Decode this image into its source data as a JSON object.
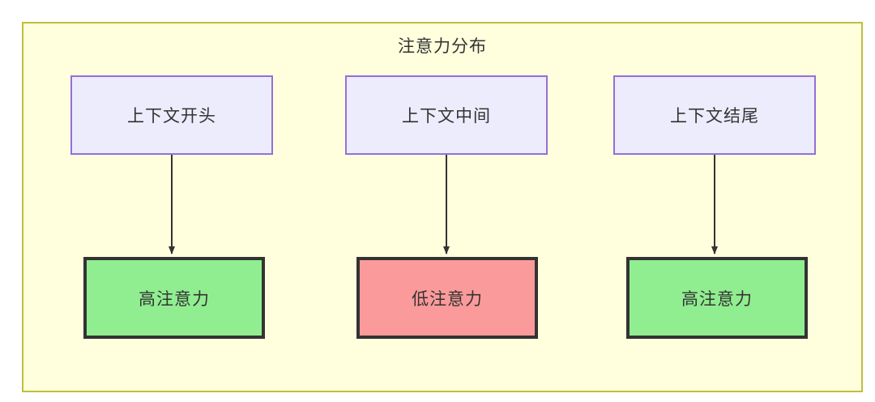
{
  "diagram": {
    "title": "注意力分布",
    "frame_color": "#bfbf3f",
    "frame_fill": "#ffffdd",
    "context_nodes": [
      {
        "id": "ctx-start",
        "label": "上下文开头",
        "fill": "#ececfd",
        "border": "#9370db"
      },
      {
        "id": "ctx-middle",
        "label": "上下文中间",
        "fill": "#ececfd",
        "border": "#9370db"
      },
      {
        "id": "ctx-end",
        "label": "上下文结尾",
        "fill": "#ececfd",
        "border": "#9370db"
      }
    ],
    "attention_nodes": [
      {
        "id": "attn-high-start",
        "label": "高注意力",
        "fill": "#90ee90",
        "border": "#333333"
      },
      {
        "id": "attn-low-middle",
        "label": "低注意力",
        "fill": "#fb9a9a",
        "border": "#333333"
      },
      {
        "id": "attn-high-end",
        "label": "高注意力",
        "fill": "#90ee90",
        "border": "#333333"
      }
    ],
    "edges": [
      {
        "from": "ctx-start",
        "to": "attn-high-start"
      },
      {
        "from": "ctx-middle",
        "to": "attn-low-middle"
      },
      {
        "from": "ctx-end",
        "to": "attn-high-end"
      }
    ],
    "edge_color": "#333333"
  }
}
